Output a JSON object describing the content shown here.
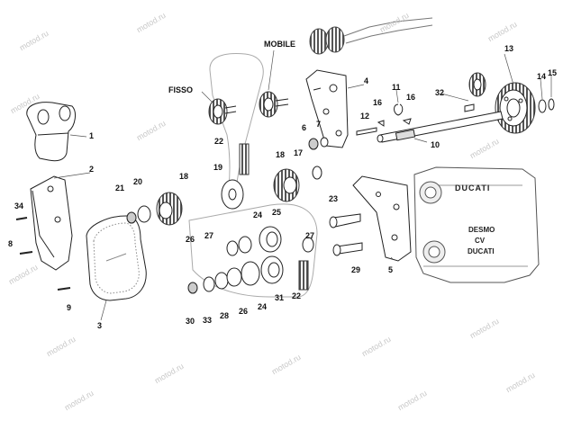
{
  "title_labels": {
    "fixed": "FISSO",
    "mobile": "MOBILE"
  },
  "callouts": [
    "1",
    "2",
    "3",
    "4",
    "5",
    "6",
    "7",
    "8",
    "9",
    "10",
    "11",
    "12",
    "13",
    "14",
    "15",
    "16",
    "16",
    "17",
    "18",
    "18",
    "19",
    "20",
    "21",
    "22",
    "22",
    "23",
    "24",
    "24",
    "25",
    "26",
    "26",
    "27",
    "27",
    "28",
    "29",
    "30",
    "31",
    "32",
    "33",
    "34"
  ],
  "engine_case_text": {
    "brand": "DUCATI",
    "line1": "DESMO",
    "line2": "CV",
    "line3": "DUCATI"
  },
  "watermark_text": "motod.ru",
  "colors": {
    "line": "#222222",
    "fill": "#ffffff",
    "shade": "#999999",
    "watermark": "#c8c8c8"
  }
}
